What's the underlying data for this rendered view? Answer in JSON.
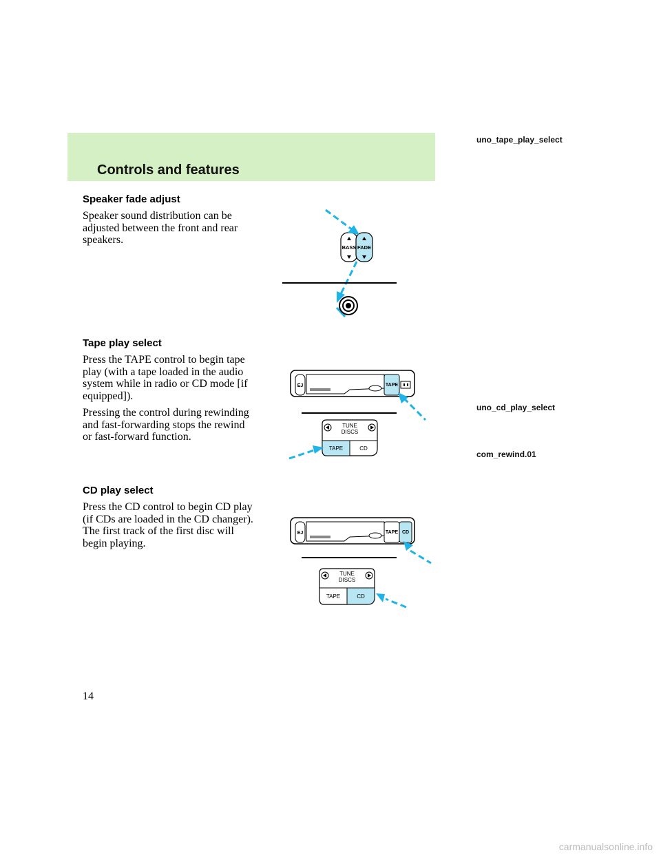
{
  "header": {
    "title": "Controls and features"
  },
  "side_labels": {
    "tape_play_select": "uno_tape_play_select",
    "cd_play_select": "uno_cd_play_select",
    "rewind": "com_rewind.01"
  },
  "sections": {
    "fade": {
      "heading": "Speaker fade adjust",
      "paragraphs": [
        "Speaker sound distribution can be adjusted between the front and rear speakers."
      ]
    },
    "tape": {
      "heading": "Tape play select",
      "paragraphs": [
        "Press the TAPE control to begin tape play (with a tape loaded in the audio system while in radio or CD mode [if equipped]).",
        "Pressing the control during rewinding and fast-forwarding stops the rewind or fast-forward function."
      ]
    },
    "cd": {
      "heading": "CD play select",
      "paragraphs": [
        "Press the CD control to begin CD play (if CDs are loaded in the CD changer). The first track of the first disc will begin playing."
      ]
    }
  },
  "illustrations": {
    "fade": {
      "bass": "BASS",
      "fade": "FADE"
    },
    "tape": {
      "ej": "EJ",
      "tape": "TAPE",
      "tune": "TUNE",
      "discs": "DISCS",
      "tape_btn": "TAPE",
      "cd_btn": "CD"
    },
    "cd": {
      "ej": "EJ",
      "tape": "TAPE",
      "cd": "CD",
      "tune": "TUNE",
      "discs": "DISCS",
      "tape_btn": "TAPE",
      "cd_btn": "CD"
    }
  },
  "colors": {
    "header_bg": "#d4f0c4",
    "highlight": "#b8e6f2",
    "arrow": "#1fb3e8"
  },
  "page_number": "14",
  "footer": "carmanualsonline.info"
}
